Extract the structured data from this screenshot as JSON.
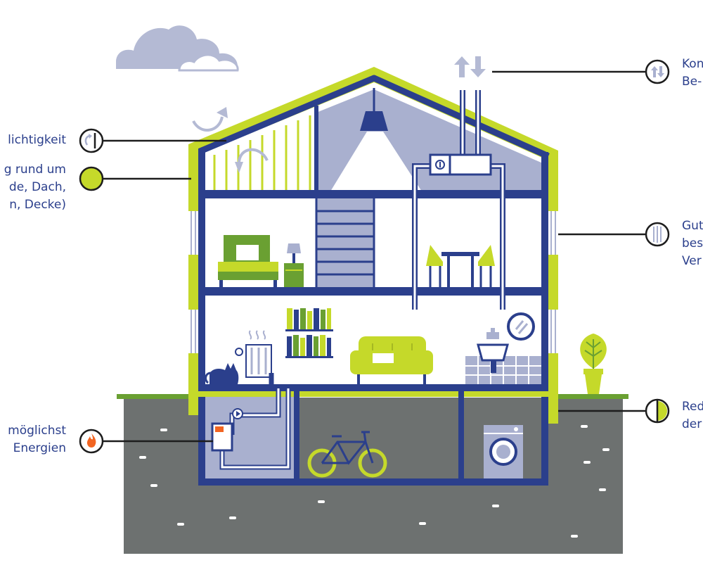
{
  "labels": {
    "airtightness": [
      "lichtigkeit"
    ],
    "insulation": [
      "g rund um",
      "de, Dach,",
      "n, Decke)"
    ],
    "energy": [
      "möglichst",
      "Energien"
    ],
    "ventilation": [
      "Kon",
      "Be-"
    ],
    "windows": [
      "Gut",
      "bes",
      "Ver"
    ],
    "thermal_bridges": [
      "Red",
      "der"
    ]
  },
  "icons": {
    "airtightness": "door-seal-icon",
    "insulation": "insulation-dot-icon",
    "energy": "flame-icon",
    "ventilation": "air-exchange-arrows-icon",
    "windows": "window-glazing-icon",
    "thermal_bridges": "half-circle-icon"
  },
  "colors": {
    "navy": "#2b3f8c",
    "lime": "#c5d92a",
    "green": "#6aa032",
    "lavender": "#a9b0cf",
    "ground": "#6d7170",
    "cloud": "#b4bad4",
    "orange": "#f26522"
  }
}
